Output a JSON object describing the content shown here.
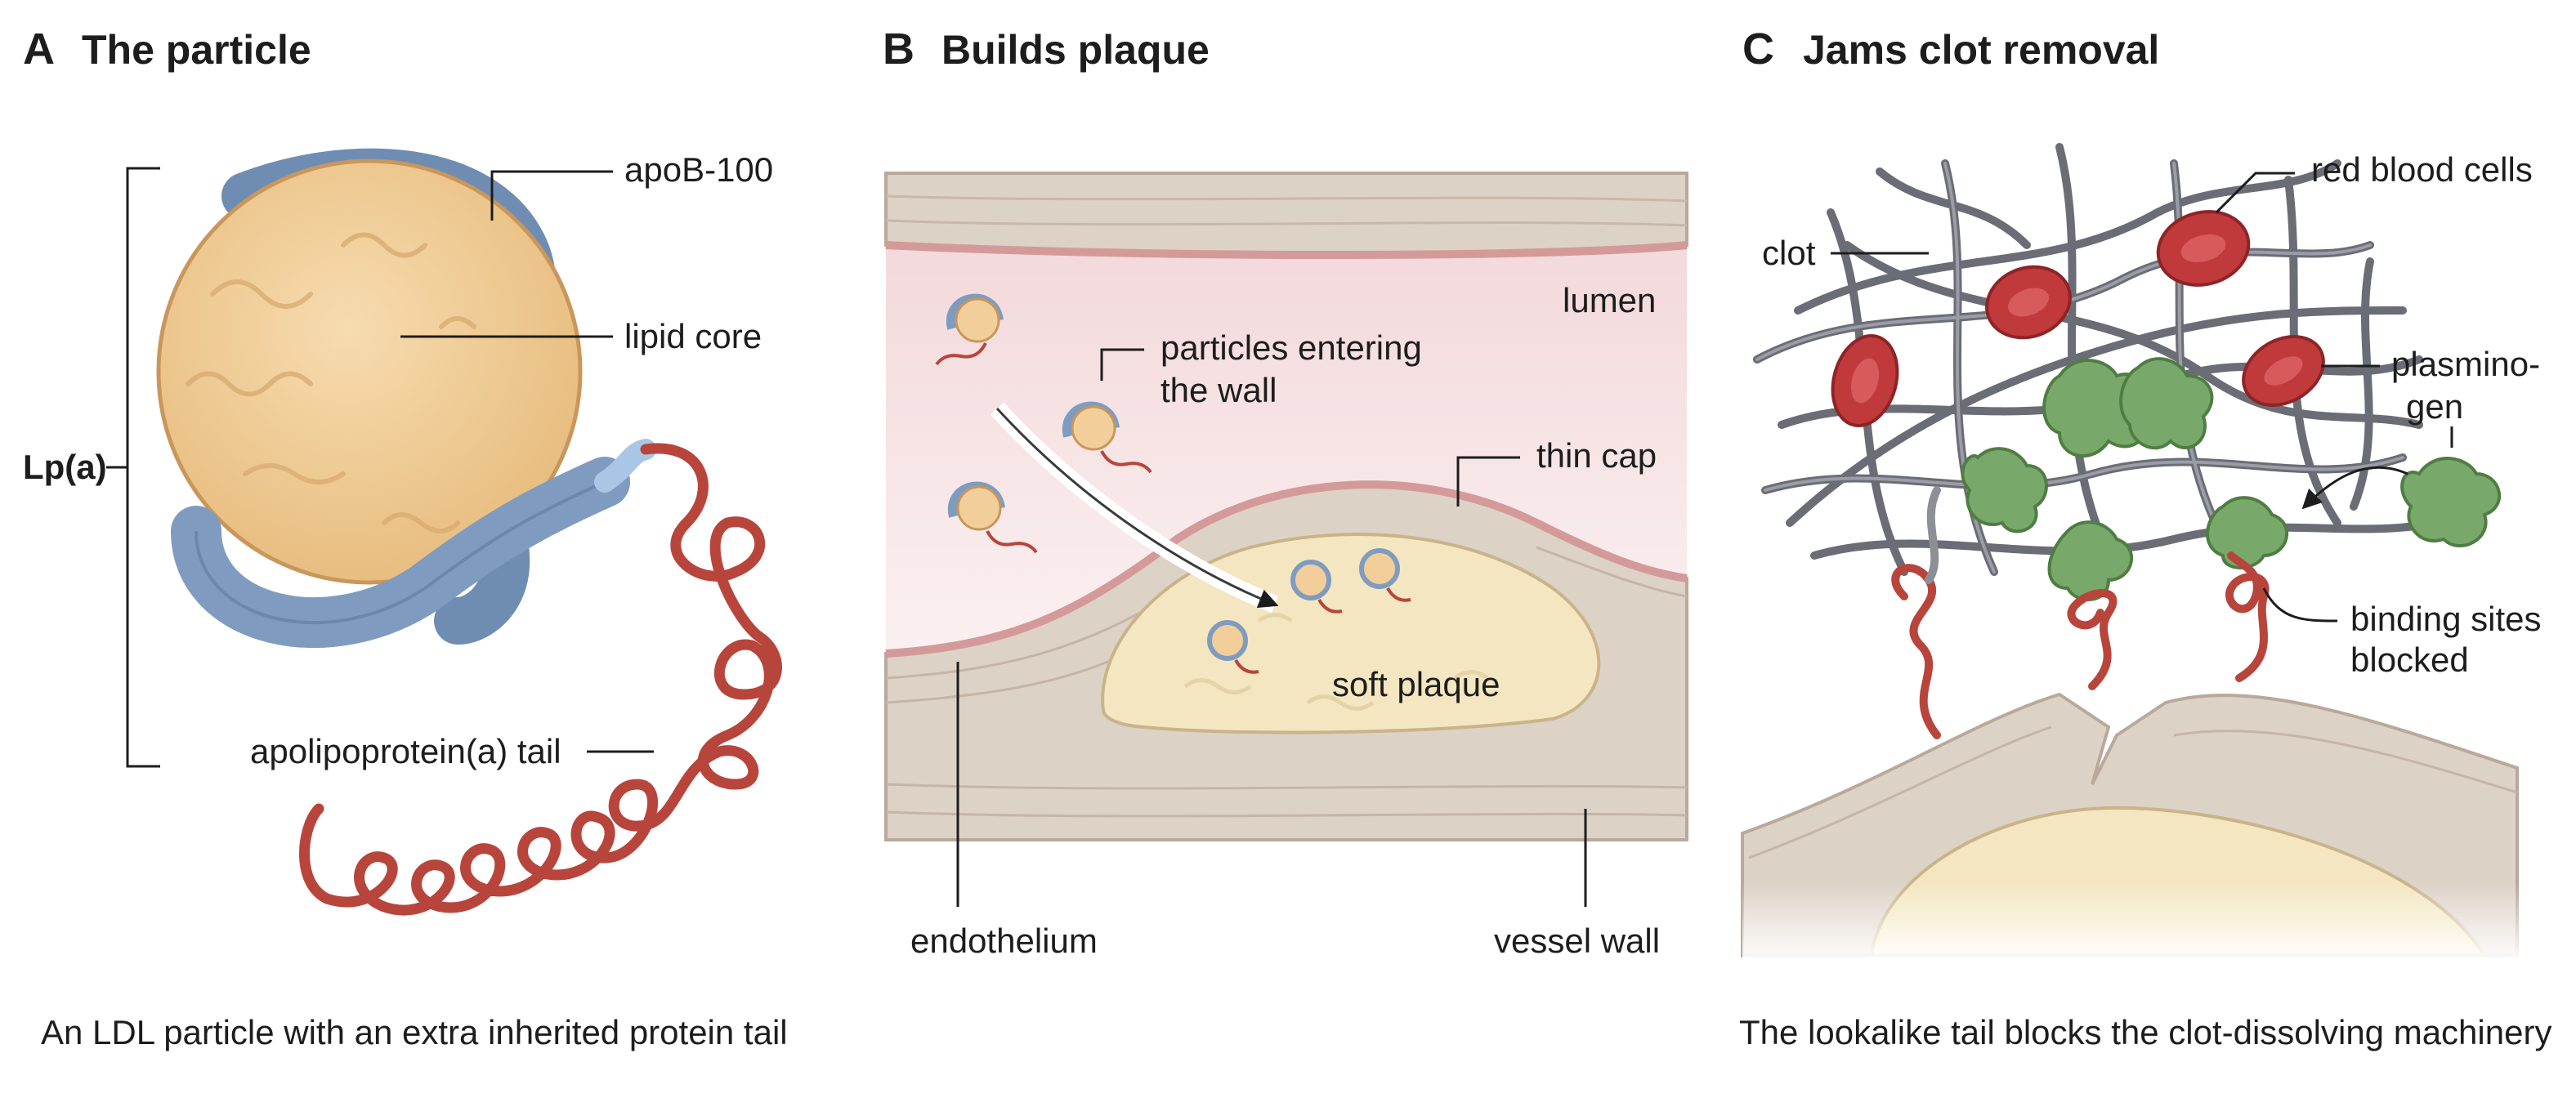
{
  "panels": [
    {
      "letter": "A",
      "title": "The particle",
      "labels": {
        "apob": "apoB-100",
        "core": "lipid core",
        "lpa": "Lp(a)",
        "tail": "apolipoprotein(a) tail"
      },
      "caption": "An LDL particle with an extra inherited protein tail"
    },
    {
      "letter": "B",
      "title": "Builds plaque",
      "labels": {
        "entering_1": "particles entering",
        "entering_2": "the wall",
        "lumen": "lumen",
        "cap": "thin cap",
        "plaque": "soft plaque",
        "endothelium": "endothelium",
        "wall": "vessel wall"
      }
    },
    {
      "letter": "C",
      "title": "Jams clot removal",
      "labels": {
        "clot": "clot",
        "rbc": "red blood cells",
        "plasmino_1": "plasmino-",
        "plasmino_2": "gen",
        "binding_1": "binding sites",
        "binding_2": "blocked"
      },
      "caption": "The lookalike tail blocks the clot-dissolving machinery"
    }
  ],
  "colors": {
    "lipid": "#f2cf9a",
    "apob": "#7f9cc0",
    "tail": "#b8453c",
    "plaque": "#f3e6c0",
    "wall": "#ddd2c6",
    "lumen": "#f8e6e6",
    "fibrin": "#6a6d75",
    "rbc": "#c0393b",
    "plasminogen": "#79a96a"
  }
}
